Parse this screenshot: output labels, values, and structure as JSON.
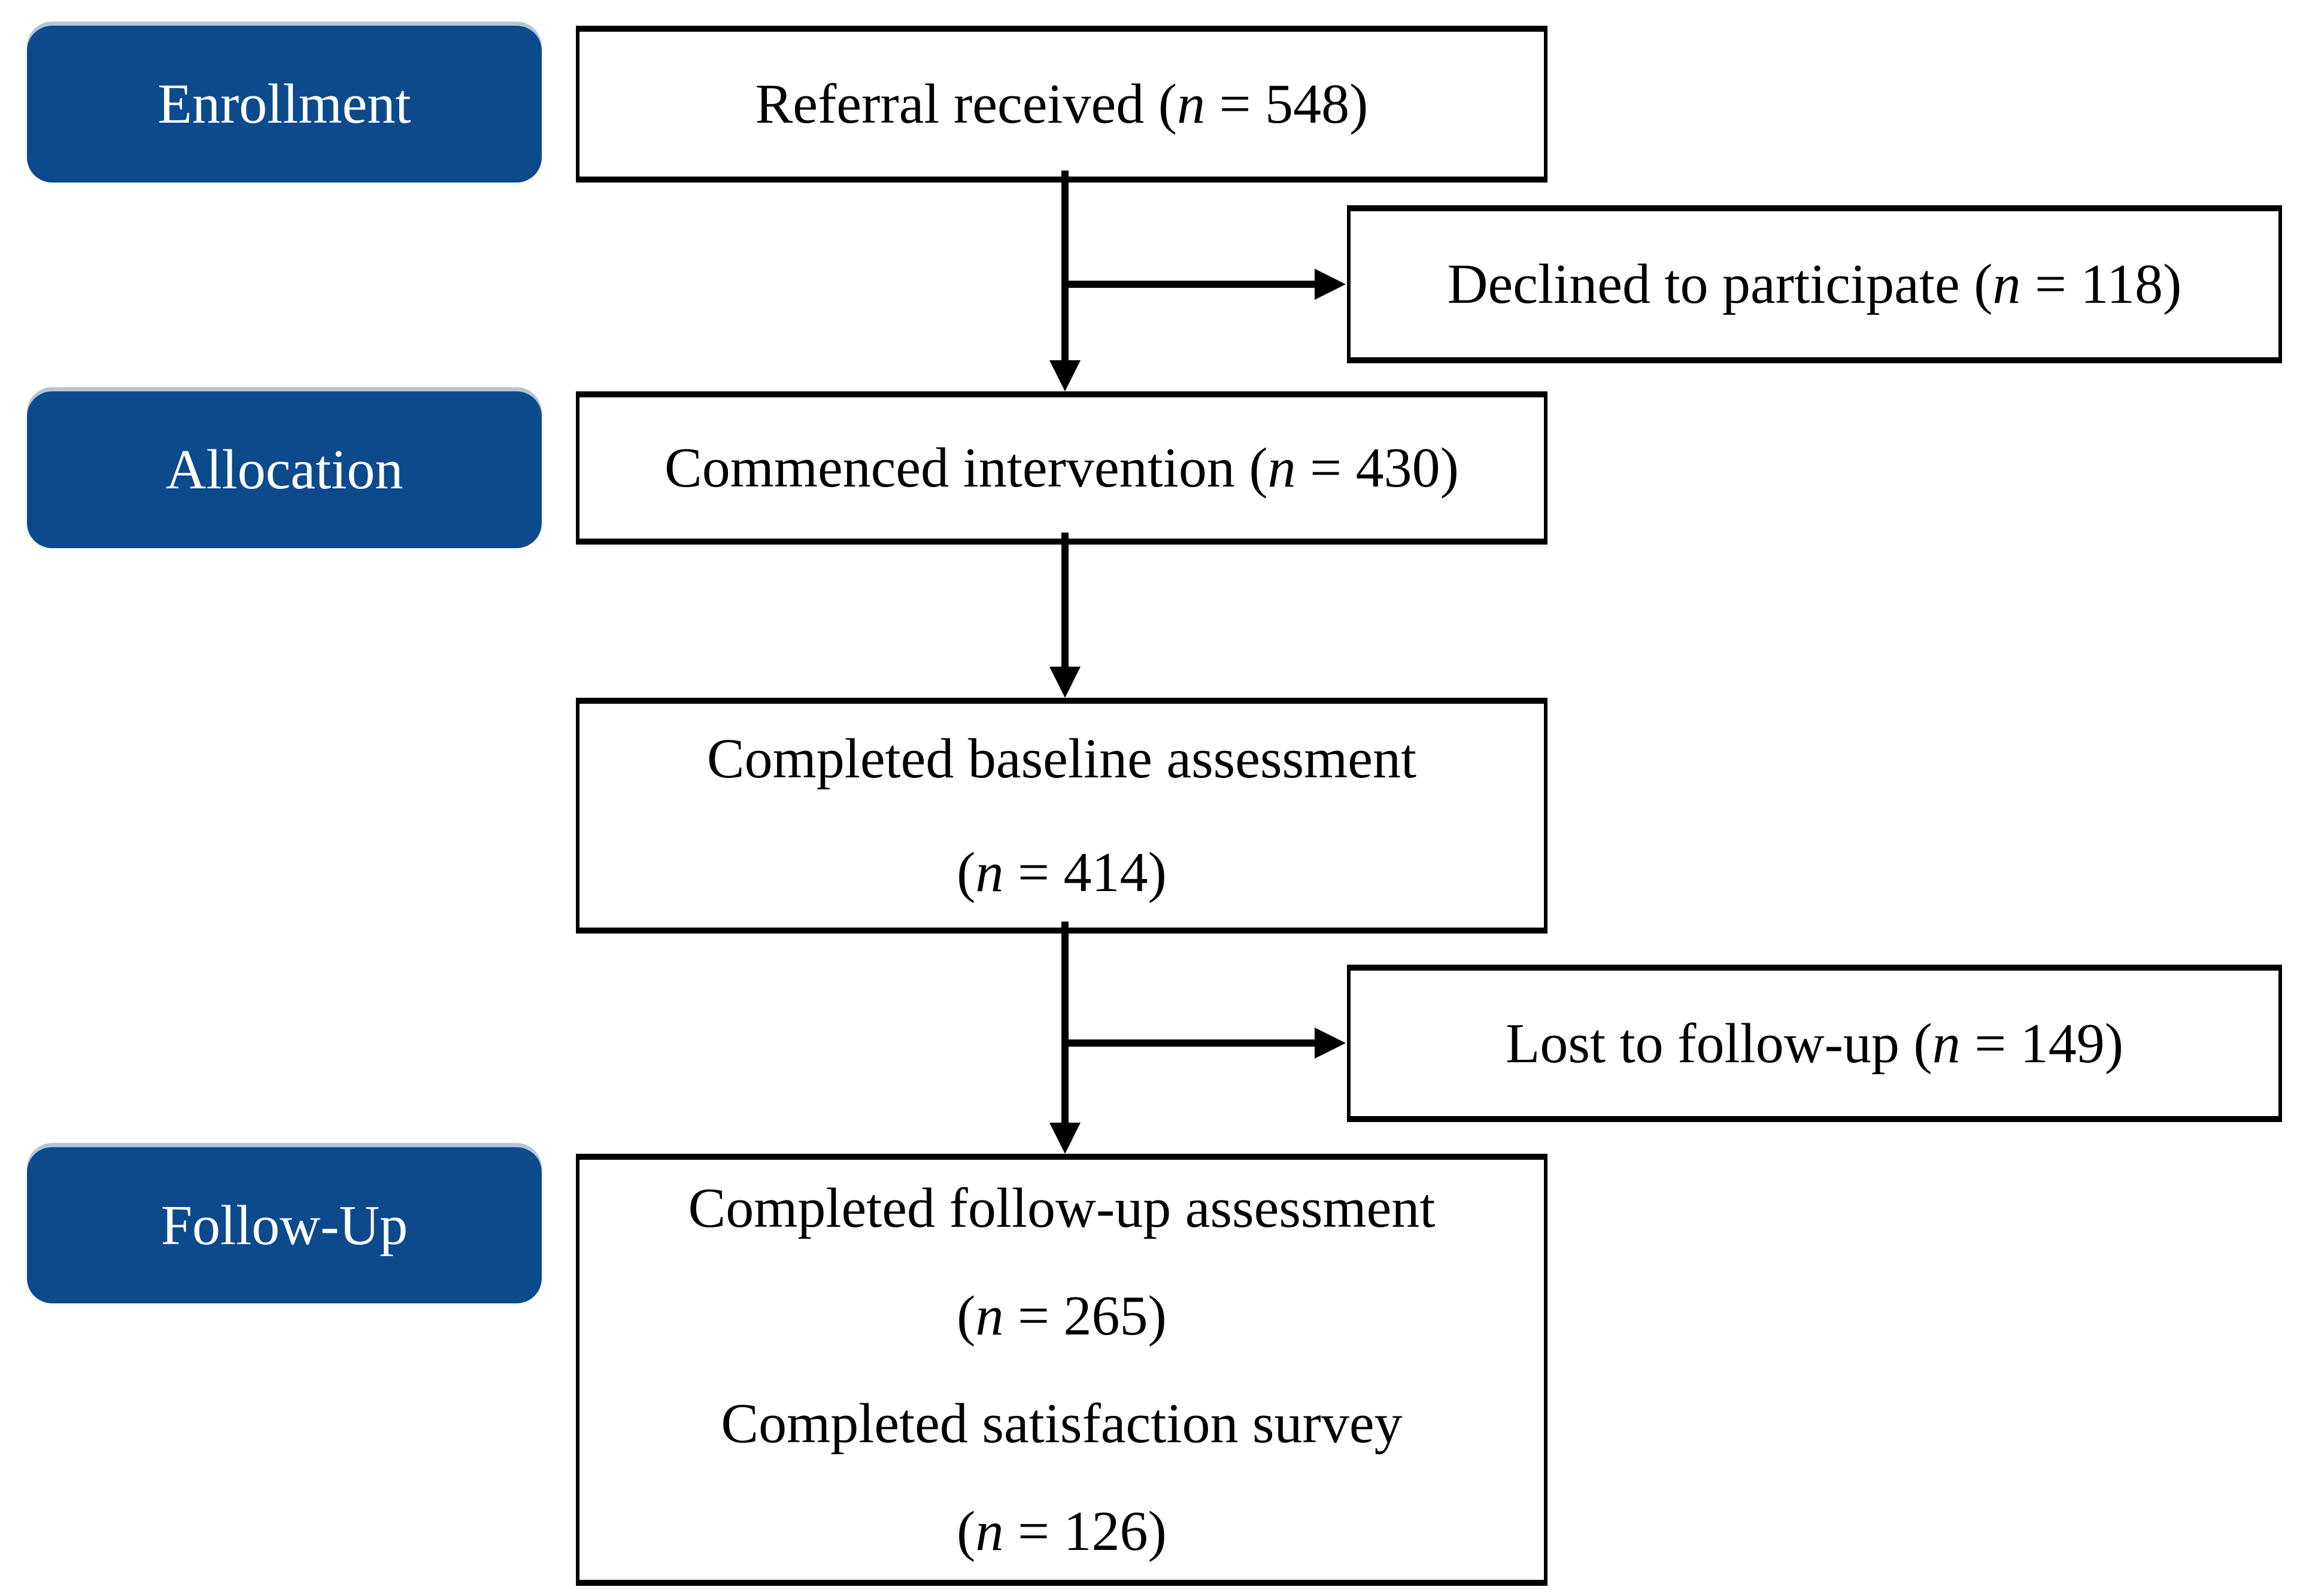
{
  "figure": {
    "kind": "participant-flow-diagram",
    "stages": [
      {
        "label": "Enrollment"
      },
      {
        "label": "Allocation"
      },
      {
        "label": "Follow-Up"
      }
    ],
    "boxes": {
      "referral": {
        "lines": [
          "Referral received (n = 548)"
        ],
        "n": 548
      },
      "declined": {
        "lines": [
          "Declined to participate (n = 118)"
        ],
        "n": 118
      },
      "commenced": {
        "lines": [
          "Commenced intervention (n = 430)"
        ],
        "n": 430
      },
      "baseline": {
        "lines": [
          "Completed baseline assessment",
          "(n = 414)"
        ],
        "n": 414
      },
      "lost": {
        "lines": [
          "Lost to follow-up (n = 149)"
        ],
        "n": 149
      },
      "follow_up": {
        "lines": [
          "Completed follow-up assessment",
          "(n = 265)",
          "Completed satisfaction survey",
          "(n = 126)"
        ],
        "n_assessment": 265,
        "n_survey": 126
      }
    },
    "edges": [
      {
        "from": "referral",
        "to": "commenced",
        "type": "arrow-down"
      },
      {
        "from": "referral",
        "to": "declined",
        "type": "arrow-right-branch"
      },
      {
        "from": "commenced",
        "to": "baseline",
        "type": "arrow-down"
      },
      {
        "from": "baseline",
        "to": "follow_up",
        "type": "arrow-down"
      },
      {
        "from": "baseline",
        "to": "lost",
        "type": "arrow-right-branch"
      }
    ]
  },
  "colors": {
    "background": "#ffffff",
    "stage_fill": "#0c4a8c",
    "stage_text": "#ffffff",
    "stage_highlight": "#b5c3d8",
    "box_border": "#000000",
    "text": "#000000"
  }
}
